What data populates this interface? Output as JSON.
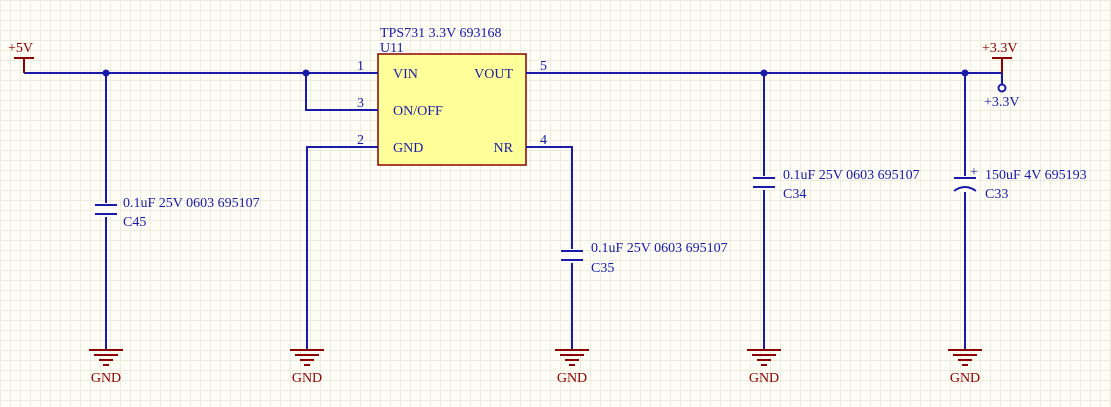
{
  "ic": {
    "value": "TPS731 3.3V 693168",
    "designator": "U11",
    "pins": [
      {
        "num": "1",
        "name": "VIN"
      },
      {
        "num": "3",
        "name": "ON/OFF"
      },
      {
        "num": "2",
        "name": "GND"
      },
      {
        "num": "5",
        "name": "VOUT"
      },
      {
        "num": "4",
        "name": "NR"
      }
    ]
  },
  "capacitors": [
    {
      "value": "0.1uF 25V 0603 695107",
      "designator": "C45"
    },
    {
      "value": "0.1uF 25V 0603 695107",
      "designator": "C35"
    },
    {
      "value": "0.1uF 25V 0603 695107",
      "designator": "C34"
    },
    {
      "value": "150uF 4V 695193",
      "designator": "C33"
    }
  ],
  "power": {
    "input_label": "+5V",
    "output_label": "+3.3V",
    "output_net_label": "+3.3V",
    "polarity_mark": "+",
    "ground_label": "GND"
  },
  "colors": {
    "wire": "#1a1aa8",
    "power_port": "#8b0000",
    "ic_fill": "#ffff99",
    "ic_border": "#8b0000",
    "background": "#fdfdf6"
  }
}
